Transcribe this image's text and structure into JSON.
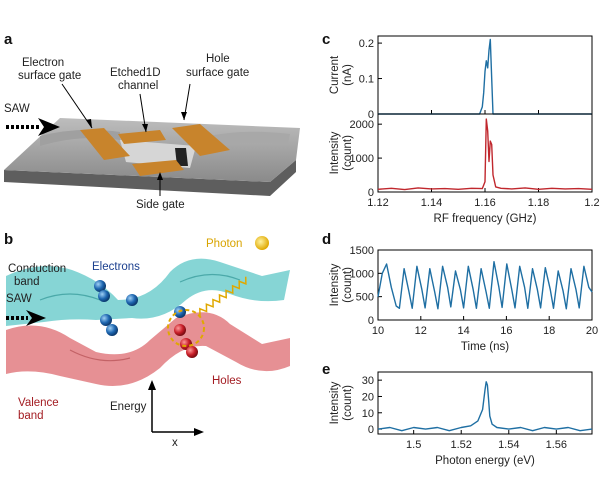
{
  "panels": {
    "a": "a",
    "b": "b",
    "c": "c",
    "d": "d",
    "e": "e"
  },
  "panel_a": {
    "electron_gate_line1": "Electron",
    "electron_gate_line2": "surface gate",
    "channel_line1": "Etched1D",
    "channel_line2": "channel",
    "hole_gate_line1": "Hole",
    "hole_gate_line2": "surface gate",
    "saw": "SAW",
    "side_gate": "Side gate"
  },
  "panel_b": {
    "conduction_line1": "Conduction",
    "conduction_line2": "band",
    "electrons": "Electrons",
    "photon": "Photon",
    "saw": "SAW",
    "holes": "Holes",
    "valence_line1": "Valence",
    "valence_line2": "band",
    "energy": "Energy",
    "x": "x"
  },
  "colors": {
    "blue": "#1f6fa3",
    "red": "#c0272d",
    "gold": "#e0a800",
    "cyan": "#7fd3d3",
    "pink": "#e58a8e",
    "orange_gate": "#c8842c"
  },
  "chart_data": [
    {
      "id": "c-top",
      "type": "line",
      "ylabel_line1": "Current",
      "ylabel_line2": "(nA)",
      "xlim": [
        1.12,
        1.2
      ],
      "ylim": [
        0,
        0.22
      ],
      "yticks": [
        "0",
        "0.1",
        "0.2"
      ],
      "ytick_values": [
        0,
        0.1,
        0.2
      ],
      "series": [
        {
          "x": [
            1.12,
            1.157,
            1.158,
            1.159,
            1.1595,
            1.16,
            1.1605,
            1.161,
            1.1615,
            1.162,
            1.1625,
            1.163,
            1.2
          ],
          "y": [
            0,
            0,
            0,
            0.02,
            0.06,
            0.12,
            0.15,
            0.13,
            0.18,
            0.21,
            0.1,
            0,
            0
          ]
        }
      ]
    },
    {
      "id": "c-bottom",
      "type": "line",
      "ylabel_line1": "Intensity",
      "ylabel_line2": "(count)",
      "xlabel": "RF frequency (GHz)",
      "xlim": [
        1.12,
        1.2
      ],
      "ylim": [
        0,
        2300
      ],
      "yticks": [
        "0",
        "1000",
        "2000"
      ],
      "ytick_values": [
        0,
        1000,
        2000
      ],
      "xticks": [
        "1.12",
        "1.14",
        "1.16",
        "1.18",
        "1.2"
      ],
      "xtick_values": [
        1.12,
        1.14,
        1.16,
        1.18,
        1.2
      ],
      "series": [
        {
          "x": [
            1.12,
            1.125,
            1.13,
            1.135,
            1.14,
            1.145,
            1.15,
            1.155,
            1.159,
            1.16,
            1.1605,
            1.161,
            1.1615,
            1.162,
            1.1625,
            1.163,
            1.164,
            1.166,
            1.17,
            1.175,
            1.18,
            1.185,
            1.19,
            1.195,
            1.2
          ],
          "y": [
            80,
            110,
            70,
            120,
            90,
            100,
            80,
            110,
            100,
            300,
            2150,
            1800,
            900,
            1500,
            1400,
            500,
            150,
            110,
            90,
            120,
            80,
            110,
            90,
            100,
            80
          ]
        }
      ]
    },
    {
      "id": "d",
      "type": "line",
      "ylabel_line1": "Intensity",
      "ylabel_line2": "(count)",
      "xlabel": "Time (ns)",
      "xlim": [
        10,
        20
      ],
      "ylim": [
        0,
        1500
      ],
      "yticks": [
        "0",
        "500",
        "1000",
        "1500"
      ],
      "ytick_values": [
        0,
        500,
        1000,
        1500
      ],
      "xticks": [
        "10",
        "12",
        "14",
        "16",
        "18",
        "20"
      ],
      "xtick_values": [
        10,
        12,
        14,
        16,
        18,
        20
      ],
      "series": [
        {
          "x": [
            10.0,
            10.2,
            10.4,
            10.62,
            10.85,
            11.0,
            11.22,
            11.45,
            11.6,
            11.82,
            12.05,
            12.2,
            12.42,
            12.65,
            12.8,
            13.02,
            13.25,
            13.4,
            13.62,
            13.85,
            14.0,
            14.22,
            14.45,
            14.6,
            14.82,
            15.05,
            15.2,
            15.42,
            15.65,
            15.8,
            16.02,
            16.25,
            16.4,
            16.62,
            16.85,
            17.0,
            17.22,
            17.45,
            17.6,
            17.82,
            18.05,
            18.2,
            18.42,
            18.65,
            18.8,
            19.02,
            19.25,
            19.4,
            19.62,
            19.85,
            20.0
          ],
          "y": [
            500,
            1000,
            1200,
            700,
            300,
            250,
            1100,
            600,
            250,
            1150,
            650,
            260,
            1100,
            600,
            240,
            1150,
            700,
            280,
            1050,
            650,
            260,
            1150,
            650,
            250,
            1100,
            600,
            250,
            1250,
            700,
            270,
            1200,
            650,
            260,
            1150,
            700,
            250,
            1100,
            650,
            260,
            1120,
            650,
            250,
            1050,
            620,
            240,
            1100,
            650,
            260,
            1150,
            700,
            600
          ]
        }
      ]
    },
    {
      "id": "e",
      "type": "line",
      "ylabel_line1": "Intensity",
      "ylabel_line2": "(count)",
      "xlabel": "Photon energy (eV)",
      "xlim": [
        1.485,
        1.575
      ],
      "ylim": [
        -3,
        35
      ],
      "yticks": [
        "0",
        "10",
        "20",
        "30"
      ],
      "ytick_values": [
        0,
        10,
        20,
        30
      ],
      "xticks": [
        "1.5",
        "1.52",
        "1.54",
        "1.56"
      ],
      "xtick_values": [
        1.5,
        1.52,
        1.54,
        1.56
      ],
      "series": [
        {
          "x": [
            1.485,
            1.49,
            1.495,
            1.5,
            1.505,
            1.51,
            1.515,
            1.52,
            1.524,
            1.527,
            1.529,
            1.53,
            1.5305,
            1.531,
            1.5315,
            1.532,
            1.533,
            1.535,
            1.54,
            1.545,
            1.55,
            1.555,
            1.56,
            1.565,
            1.57,
            1.575
          ],
          "y": [
            0,
            1,
            -1,
            1,
            0,
            1,
            -1,
            1,
            2,
            5,
            12,
            24,
            29,
            27,
            18,
            8,
            3,
            1,
            0,
            1,
            -1,
            1,
            0,
            1,
            -1,
            0
          ]
        }
      ]
    }
  ]
}
